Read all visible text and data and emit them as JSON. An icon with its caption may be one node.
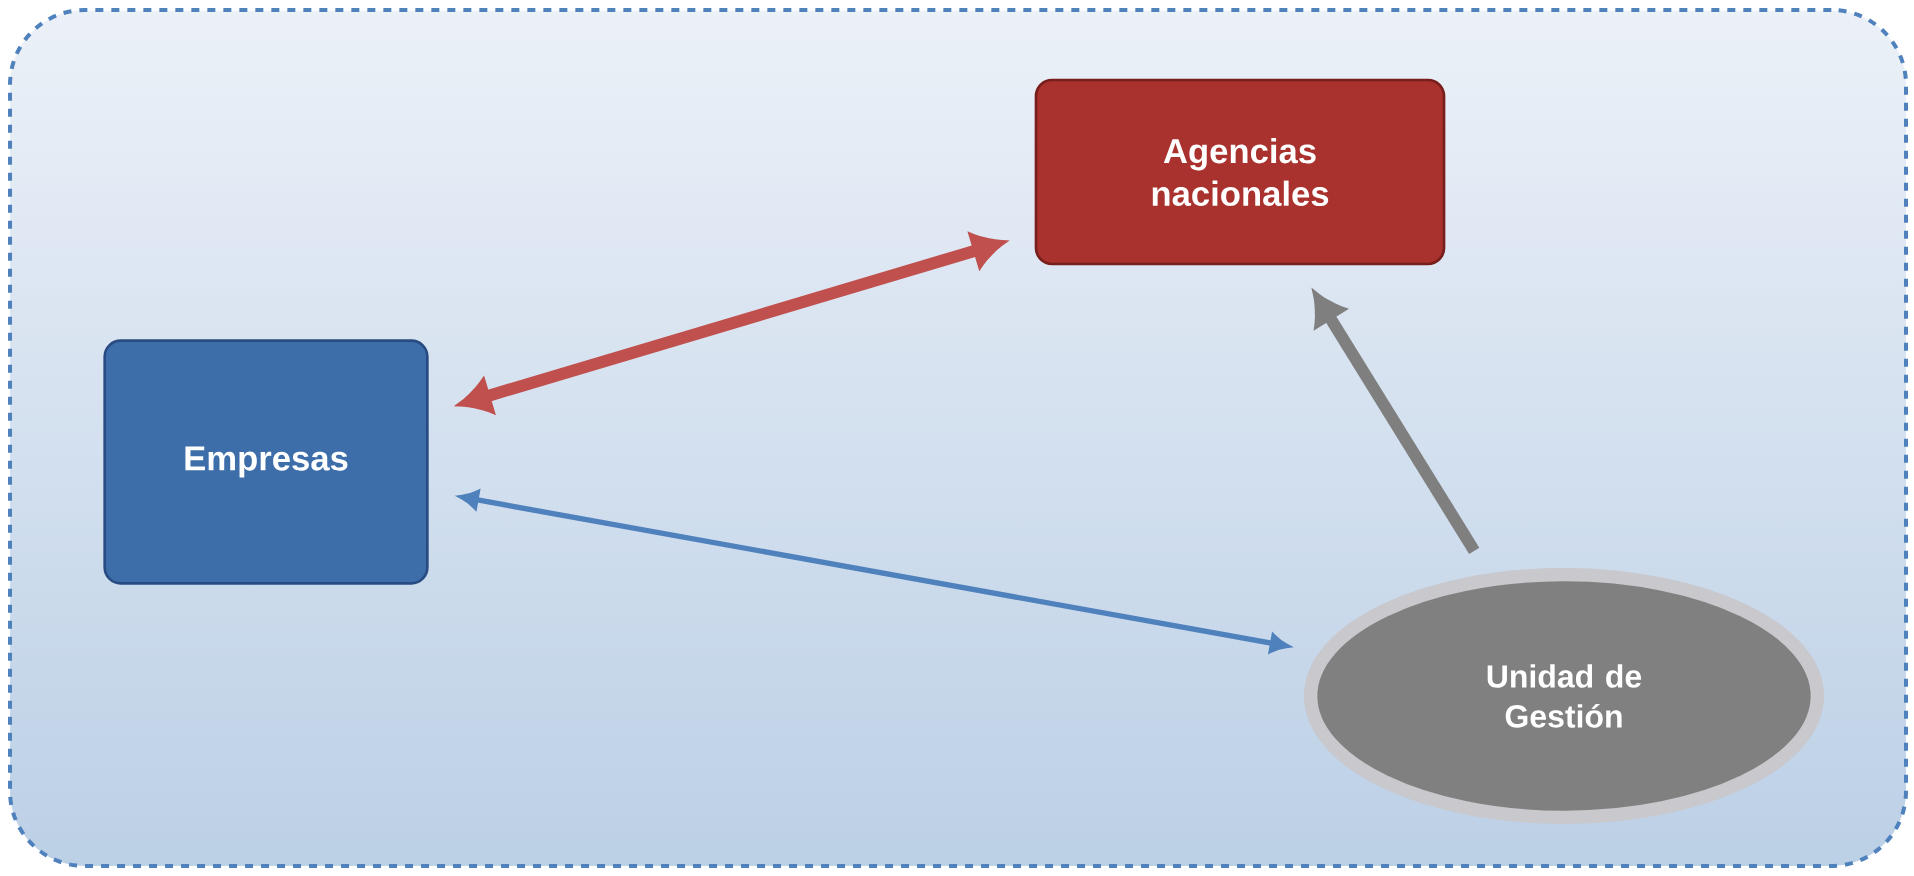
{
  "diagram": {
    "nodes": [
      {
        "text": [],
        "shape": "box"
      },
      {
        "text": [
          "Agencias nacionales"
        ],
        "in": 0
      },
      {
        "text": [
          "Empresas"
        ],
        "in": 0
      },
      {
        "text": [
          "Unidad de Gestión"
        ],
        "in": 0
      }
    ],
    "edges": [
      {
        "from": 2,
        "to": 1,
        "arrow": "both",
        "color": "#c0504d"
      },
      {
        "from": 2,
        "to": 3,
        "arrow": "both",
        "color": "#4f81bd"
      },
      {
        "from": 3,
        "to": 1,
        "arrow": "to",
        "color": "#7f7f7f"
      }
    ]
  }
}
